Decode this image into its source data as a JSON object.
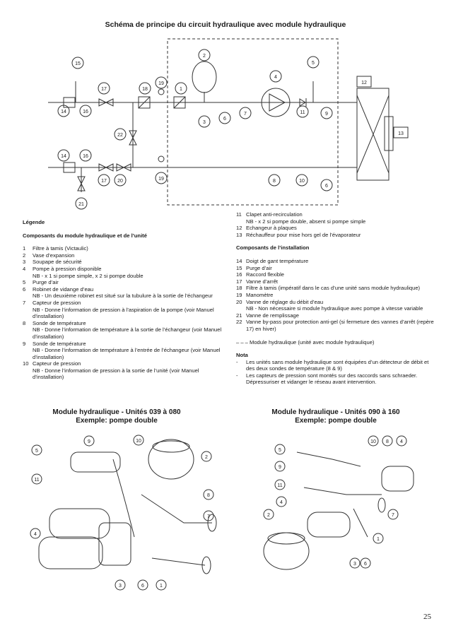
{
  "title": "Schéma de principe du circuit hydraulique avec module hydraulique",
  "schematic_labels": [
    "1",
    "2",
    "3",
    "4",
    "5",
    "6",
    "7",
    "8",
    "9",
    "10",
    "11",
    "12",
    "13",
    "14",
    "15",
    "16",
    "17",
    "18",
    "19",
    "20",
    "21",
    "22"
  ],
  "legend": {
    "heading": "Légende",
    "section1_heading": "Composants du module hydraulique et de l’unité",
    "items_left": [
      {
        "num": "1",
        "text": "Filtre à tamis (Victaulic)"
      },
      {
        "num": "2",
        "text": "Vase d’expansion"
      },
      {
        "num": "3",
        "text": "Soupape de sécurité"
      },
      {
        "num": "4",
        "text": "Pompe à pression disponible"
      },
      {
        "num": "",
        "text": "NB - x 1 si pompe simple, x 2 si pompe double"
      },
      {
        "num": "5",
        "text": "Purge d’air"
      },
      {
        "num": "6",
        "text": "Robinet de vidange d’eau"
      },
      {
        "num": "",
        "text": "NB - Un deuxième robinet est situé sur la tubulure à la sortie de l’échangeur"
      },
      {
        "num": "7",
        "text": "Capteur de pression"
      },
      {
        "num": "",
        "text": "NB - Donne l’information de pression à l’aspiration de la pompe (voir Manuel d’installation)"
      },
      {
        "num": "8",
        "text": "Sonde de température"
      },
      {
        "num": "",
        "text": "NB - Donne l’information de température à la sortie de l’échangeur (voir Manuel d’installation)"
      },
      {
        "num": "9",
        "text": "Sonde de température"
      },
      {
        "num": "",
        "text": "NB - Donne l’information de température à l’entrée de l’échangeur (voir Manuel d’installation)"
      },
      {
        "num": "10",
        "text": "Capteur de pression"
      },
      {
        "num": "",
        "text": "NB - Donne l’information de pression à la sortie de l’unité (voir Manuel d’installation)"
      }
    ],
    "items_right": [
      {
        "num": "11",
        "text": "Clapet anti-recirculation"
      },
      {
        "num": "",
        "text": "NB - x 2 si pompe double, absent si pompe simple"
      },
      {
        "num": "12",
        "text": "Echangeur à plaques"
      },
      {
        "num": "13",
        "text": "Réchauffeur pour mise hors gel de l’évaporateur"
      }
    ],
    "section2_heading": "Composants de l’installation",
    "items_install": [
      {
        "num": "14",
        "text": "Doigt de gant température"
      },
      {
        "num": "15",
        "text": "Purge d’air"
      },
      {
        "num": "16",
        "text": "Raccord flexible"
      },
      {
        "num": "17",
        "text": "Vanne d’arrêt"
      },
      {
        "num": "18",
        "text": "Filtre à tamis (impératif dans le cas d’une unité sans module hydraulique)"
      },
      {
        "num": "19",
        "text": "Manomètre"
      },
      {
        "num": "20",
        "text": "Vanne de réglage du débit d’eau"
      },
      {
        "num": "",
        "text": "NB - Non nécessaire si module hydraulique avec pompe à vitesse variable"
      },
      {
        "num": "21",
        "text": "Vanne de remplissage"
      },
      {
        "num": "22",
        "text": "Vanne by-pass pour protection anti-gel (si fermeture des vannes d’arrêt (repère 17) en hiver)"
      }
    ],
    "dash_note": "– – – Module hydraulique (unité avec module hydraulique)",
    "nota_heading": "Nota",
    "nota_items": [
      {
        "bullet": "-",
        "text": "Les unités sans module hydraulique sont équipées d’un détecteur de débit et des deux sondes de température (8 & 9)"
      },
      {
        "bullet": "-",
        "text": "Les capteurs de pression sont montés sur des raccords sans schraeder. Dépressuriser et vidanger le réseau avant intervention."
      }
    ]
  },
  "figure_left": {
    "caption_line1": "Module hydraulique - Unités 039 à 080",
    "caption_line2": "Exemple: pompe double",
    "labels": [
      "5",
      "9",
      "10",
      "2",
      "11",
      "8",
      "7",
      "4",
      "3",
      "6",
      "1"
    ]
  },
  "figure_right": {
    "caption_line1": "Module hydraulique - Unités 090 à 160",
    "caption_line2": "Exemple: pompe double",
    "labels": [
      "5",
      "9",
      "11",
      "10",
      "8",
      "4",
      "2",
      "4",
      "7",
      "1",
      "3",
      "6"
    ]
  },
  "page_number": "25"
}
